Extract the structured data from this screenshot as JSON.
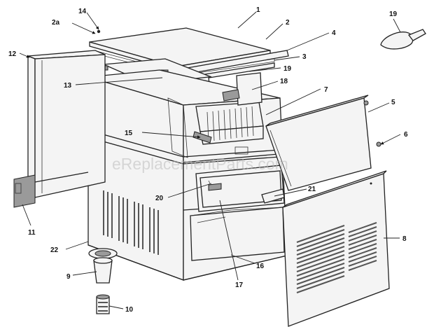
{
  "watermark": "eReplacementParts.com",
  "callouts": [
    "1",
    "2a",
    "14",
    "2",
    "4",
    "3",
    "19",
    "18",
    "7",
    "13",
    "15",
    "5",
    "6",
    "12",
    "11",
    "20",
    "21",
    "8",
    "22",
    "9",
    "10",
    "16",
    "17",
    "19"
  ]
}
